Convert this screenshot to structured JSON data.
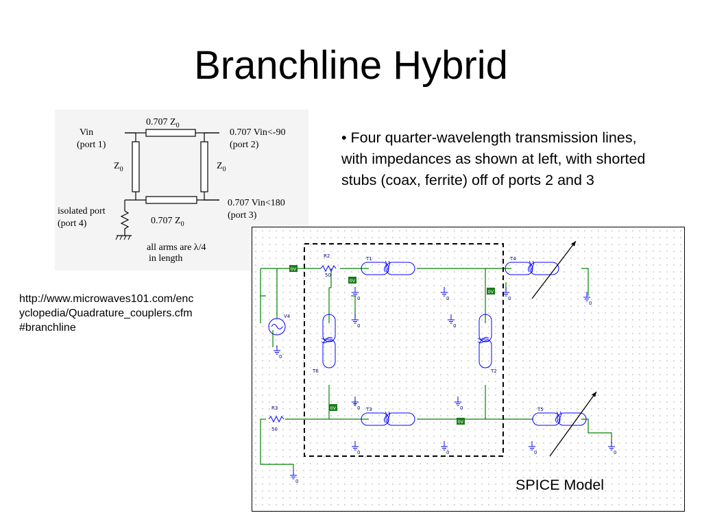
{
  "slide": {
    "title": "Branchline Hybrid",
    "bullet": "• Four quarter-wavelength transmission lines, with impedances as shown at left, with shorted stubs (coax, ferrite) off of ports 2 and 3",
    "url_lines": [
      "http://www.microwaves101.com/enc",
      "yclopedia/Quadrature_couplers.cfm",
      "#branchline"
    ],
    "spice_caption": "SPICE Model"
  },
  "diagram": {
    "top_line": "0.707 Z",
    "top_sub": "0",
    "bottom_line": "0.707 Z",
    "bottom_sub": "0",
    "left_line": "Z",
    "left_sub": "0",
    "right_line": "Z",
    "right_sub": "0",
    "port1_a": "Vin",
    "port1_b": "(port 1)",
    "port2_a": "0.707 Vin<-90",
    "port2_b": "(port 2)",
    "port3_a": "0.707 Vin<180",
    "port3_b": "(port 3)",
    "port4_a": "isolated port",
    "port4_b": "(port 4)",
    "note_a": "all arms are λ/4",
    "note_b": "in length"
  },
  "schematic": {
    "labels": {
      "r2": "R2",
      "r2_val": "50",
      "r3": "R3",
      "r3_val": "50",
      "v4": "V4",
      "t1": "T1",
      "t2": "T2",
      "t3": "T3",
      "t4": "T4",
      "t5": "T5",
      "t6": "T6",
      "gnd": "0",
      "probe": "0V"
    },
    "colors": {
      "wire": "#008000",
      "component": "#0000ff",
      "probe": "#1a7a1a",
      "text": "#000080"
    }
  }
}
